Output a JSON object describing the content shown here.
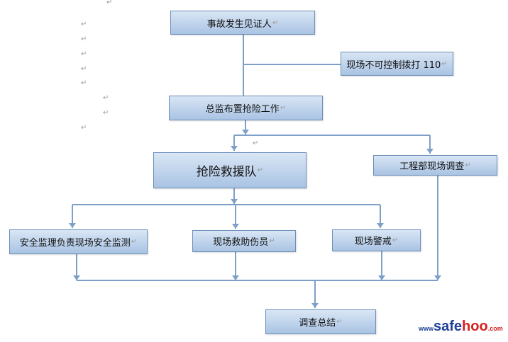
{
  "return_mark": "↵",
  "nodes": {
    "witness": "事故发生见证人",
    "call110": "现场不可控制拨打 110",
    "director": "总监布置抢险工作",
    "rescue_team": "抢险救援队",
    "engineering": "工程部现场调查",
    "safety_monitor": "安全监理负责现场安全监测",
    "rescue_injured": "现场救助伤员",
    "guard": "现场警戒",
    "summary": "调查总结"
  },
  "watermark": {
    "prefix": "www",
    "brand1": "safe",
    "brand2": "hoo",
    "suffix": ".com"
  },
  "colors": {
    "line": "#7ea0c8",
    "box_border": "#6d8fb9",
    "brand_blue": "#1f3f9a",
    "brand_red": "#d42020"
  }
}
